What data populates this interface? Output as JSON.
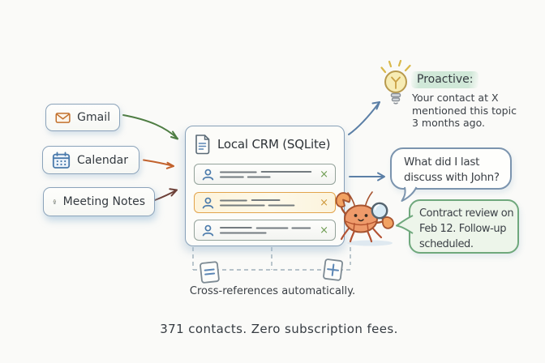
{
  "sources": {
    "gmail": {
      "label": "Gmail"
    },
    "calendar": {
      "label": "Calendar"
    },
    "meeting_notes": {
      "label": "Meeting Notes"
    }
  },
  "crm": {
    "title": "Local CRM (SQLite)",
    "rows": [
      {
        "dismiss": "×",
        "state": "normal"
      },
      {
        "dismiss": "×",
        "state": "highlighted"
      },
      {
        "dismiss": "×",
        "state": "normal"
      }
    ]
  },
  "proactive": {
    "heading": "Proactive:",
    "line1": "Your contact at X",
    "line2": "mentioned this topic",
    "line3": "3 months ago."
  },
  "question_bubble": {
    "line1": "What did I last",
    "line2": "discuss with John?"
  },
  "answer_bubble": {
    "line1": "Contract review on",
    "line2": "Feb 12. Follow-up",
    "line3": "scheduled."
  },
  "captions": {
    "cross_reference": "Cross-references automatically.",
    "tagline": "371 contacts. Zero subscription fees."
  },
  "icons": {
    "gmail": "envelope-icon",
    "calendar": "calendar-icon",
    "meeting_notes": "microphone-icon",
    "crm_header": "document-icon",
    "contact_row": "person-icon",
    "proactive": "lightbulb-icon",
    "mascot": "crab-with-magnifying-glass",
    "crossref_left": "note-lines-icon",
    "crossref_right": "note-plus-icon"
  },
  "colors": {
    "background": "#fafaf8",
    "box_border": "#8ba3ba",
    "text": "#3b4046",
    "gmail_icon": "#c2702d",
    "calendar_icon": "#4a7aab",
    "arrow_green": "#4e7d43",
    "arrow_orange": "#c2622d",
    "arrow_maroon": "#6d4038",
    "arrow_blue": "#5b7fa6",
    "row_highlight_border": "#e2a44c",
    "question_bubble_border": "#7b94ae",
    "answer_bubble_border": "#6fa87c",
    "answer_bubble_bg": "#edf5ea",
    "crab_body": "#ee9a6a",
    "bulb_fill": "#f7ecb4"
  }
}
